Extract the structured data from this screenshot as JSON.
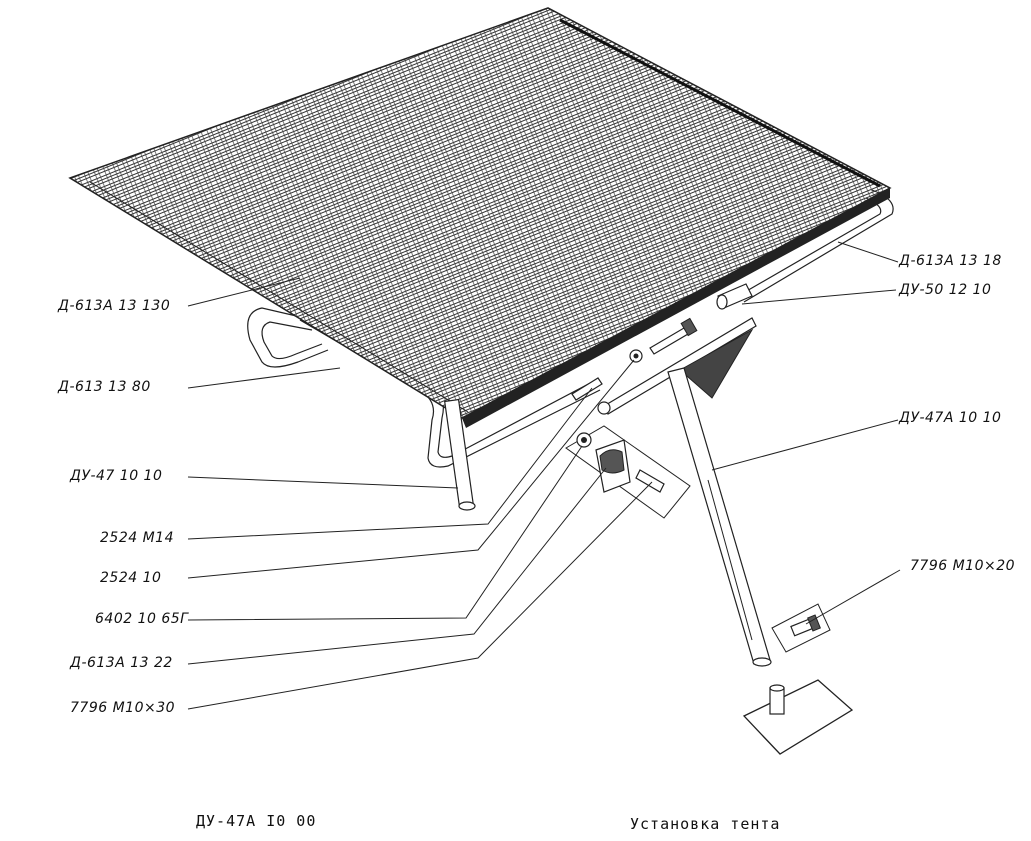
{
  "callouts": {
    "d613a_13_18": "Д-613А 13 18",
    "du50_12_10": "ДУ-50 12 10",
    "du47a_10_10": "ДУ-47А 10 10",
    "m10x20": "7796 М10×20",
    "d613a_13_130": "Д-613А 13 130",
    "d613_13_80": "Д-613 13 80",
    "du47_10_10": "ДУ-47 10 10",
    "b2524_m14": "2524 М14",
    "b2524_10": "2524 10",
    "b6402": "6402 10 65Г",
    "d613a_13_22": "Д-613А 13 22",
    "m10x30": "7796 М10×30"
  },
  "footer": {
    "doc_number": "ДУ-47А I0 00",
    "title": "Установка тента"
  }
}
